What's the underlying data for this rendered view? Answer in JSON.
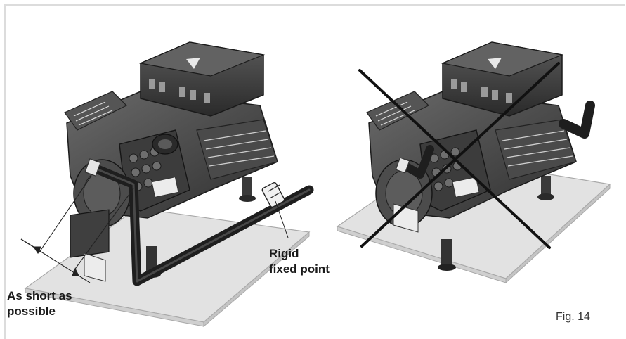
{
  "labels": {
    "rigid_line1": "Rigid",
    "rigid_line2": "fixed point",
    "short_line1": "As short as",
    "short_line2": "possible"
  },
  "caption": "Fig. 14",
  "icons": {
    "left_compressor": "compressor-correct-piping-illustration",
    "right_compressor": "compressor-incorrect-piping-illustration",
    "cross_out": "x-cross-icon",
    "pipe_clamp": "pipe-clamp-icon",
    "dimension_arrows": "dimension-arrow-icon"
  },
  "colors": {
    "base_plate": "#dcdcdc",
    "compressor_body": "#4a4a4a",
    "pipe": "#1e1e1e",
    "cross": "#111111"
  }
}
